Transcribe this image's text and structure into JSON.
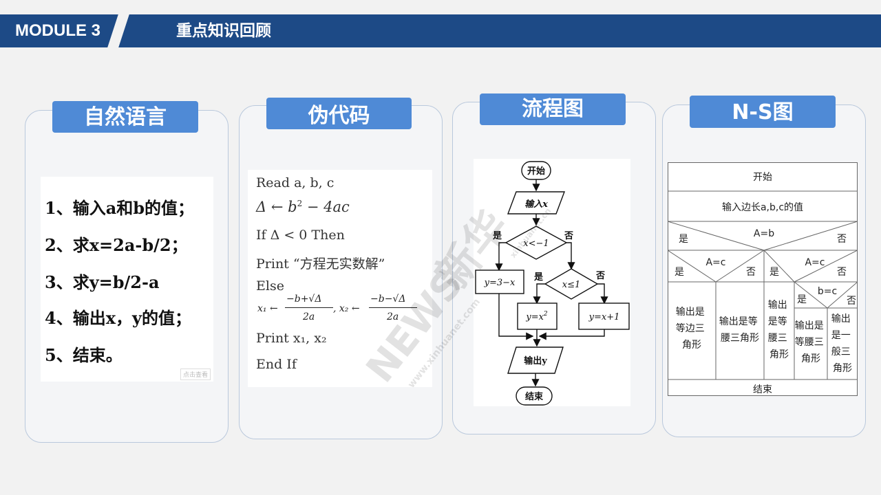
{
  "header": {
    "module_label": "MODULE 3",
    "title": "重点知识回顾"
  },
  "cards": {
    "natural_language": {
      "tag": "自然语言",
      "lines": [
        "1、输入a和b的值；",
        "2、求x=2a-b/2；",
        "3、求y=b/2-a",
        "4、输出x，y的值；",
        "5、结束。"
      ],
      "stamp": "点击查看"
    },
    "pseudocode": {
      "tag": "伪代码",
      "read": "Read  a, b, c",
      "delta_arrow": "Δ ← b",
      "delta_sup": "2",
      "delta_rest": " − 4ac",
      "if_line": "If    Δ < 0    Then",
      "print1": "Print  “方程无实数解”",
      "else": "Else",
      "x1_lhs": "x₁ ←",
      "x1_num": "−b+√Δ",
      "x1_den": "2a",
      "x2_lhs": ", x₂ ←",
      "x2_num": "−b−√Δ",
      "x2_den": "2a",
      "print2": "Print   x₁, x₂",
      "endif": "End  If"
    },
    "flowchart": {
      "tag": "流程图",
      "start": "开始",
      "input": "输入x",
      "cond1": "x<−1",
      "yes": "是",
      "no": "否",
      "box1": "y=3−x",
      "cond2": "x≤1",
      "box2": "y=x",
      "box2_sup": "2",
      "box3": "y=x+1",
      "output": "输出y",
      "end": "结束"
    },
    "ns_diagram": {
      "tag": "N-S图",
      "start": "开始",
      "input": "输入边长a,b,c的值",
      "cond1": "A=b",
      "cond2": "A=c",
      "cond3": "A=c",
      "cond4": "b=c",
      "yes": "是",
      "no": "否",
      "out1": [
        "输出是",
        "等边三",
        "角形"
      ],
      "out2": [
        "输出是等",
        "腰三角形"
      ],
      "out3": [
        "输出",
        "是等",
        "腰三",
        "角形"
      ],
      "out4": [
        "输出是",
        "等腰三",
        "角形"
      ],
      "out5": [
        "输出",
        "是一",
        "般三",
        "角形"
      ],
      "end": "结束"
    }
  },
  "watermark": {
    "main": "新华",
    "brand": "NEWS",
    "url": "www.xinhuanet.com",
    "url2": "xinhuanet.cn"
  }
}
